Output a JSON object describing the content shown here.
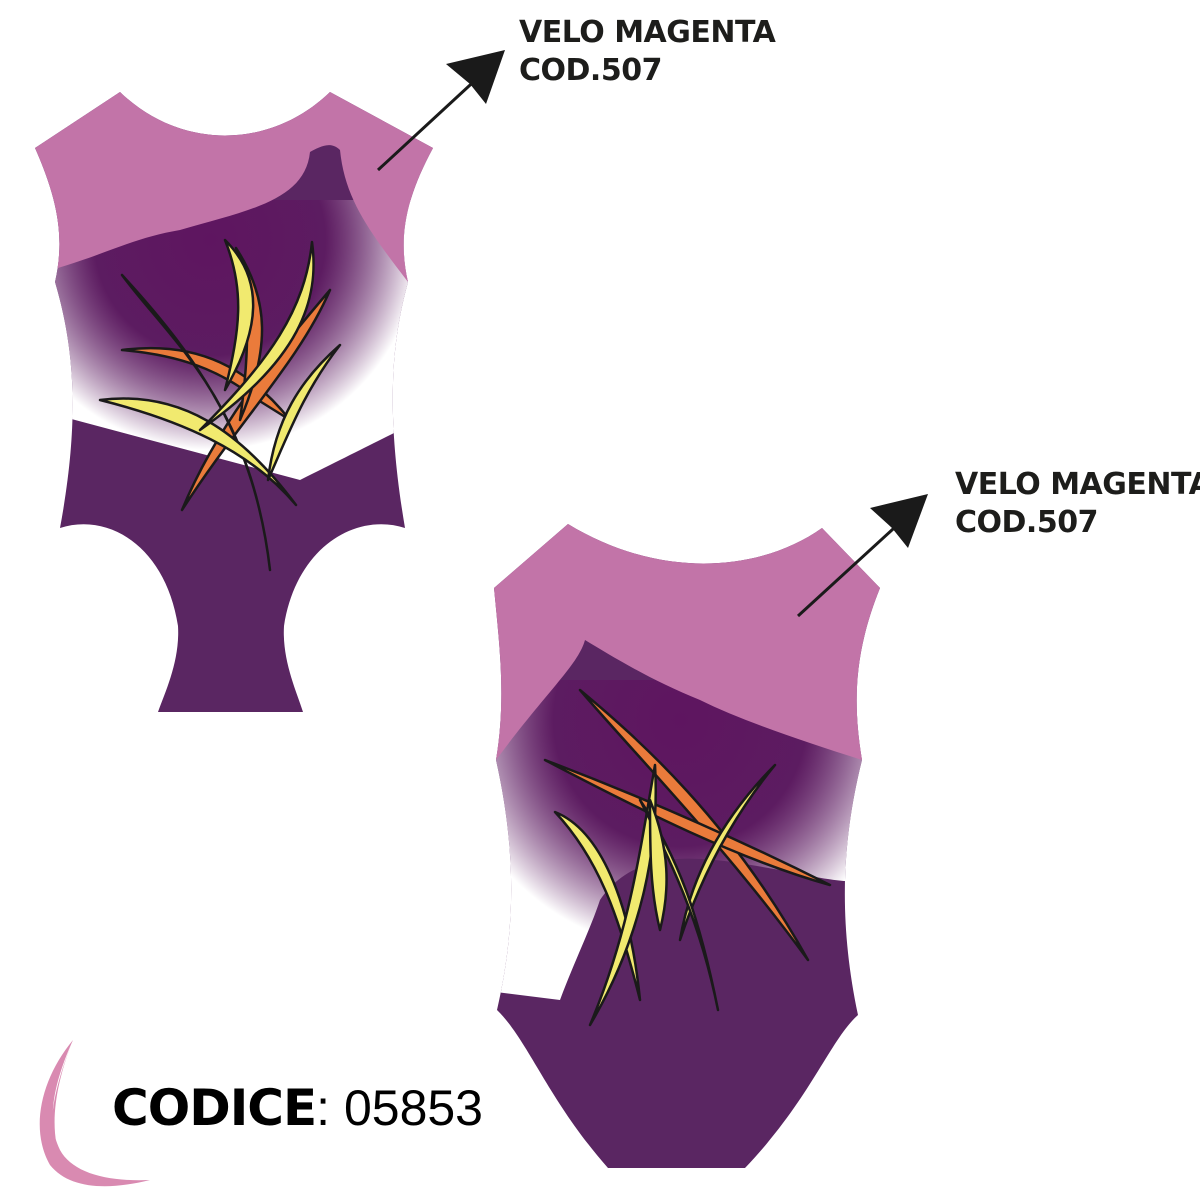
{
  "colors": {
    "yoke_pink": "#c274a8",
    "body_purple": "#5a2662",
    "gradient_dark": "#5e1560",
    "gradient_light": "#ffffff",
    "flame_yellow": "#f1ea6f",
    "flame_orange": "#ea7b3b",
    "outline": "#1a1a1a",
    "logo_pink": "#d98ab1"
  },
  "labels": [
    {
      "line1": "VELO MAGENTA",
      "line2": "COD.507"
    },
    {
      "line1": "VELO MAGENTA",
      "line2": "COD.507"
    }
  ],
  "code": {
    "key": "CODICE",
    "separator": ": ",
    "value": "05853"
  },
  "icons": [
    "leotard-front-icon",
    "leotard-back-icon",
    "pointer-arrow-icon",
    "brand-logo-icon"
  ]
}
